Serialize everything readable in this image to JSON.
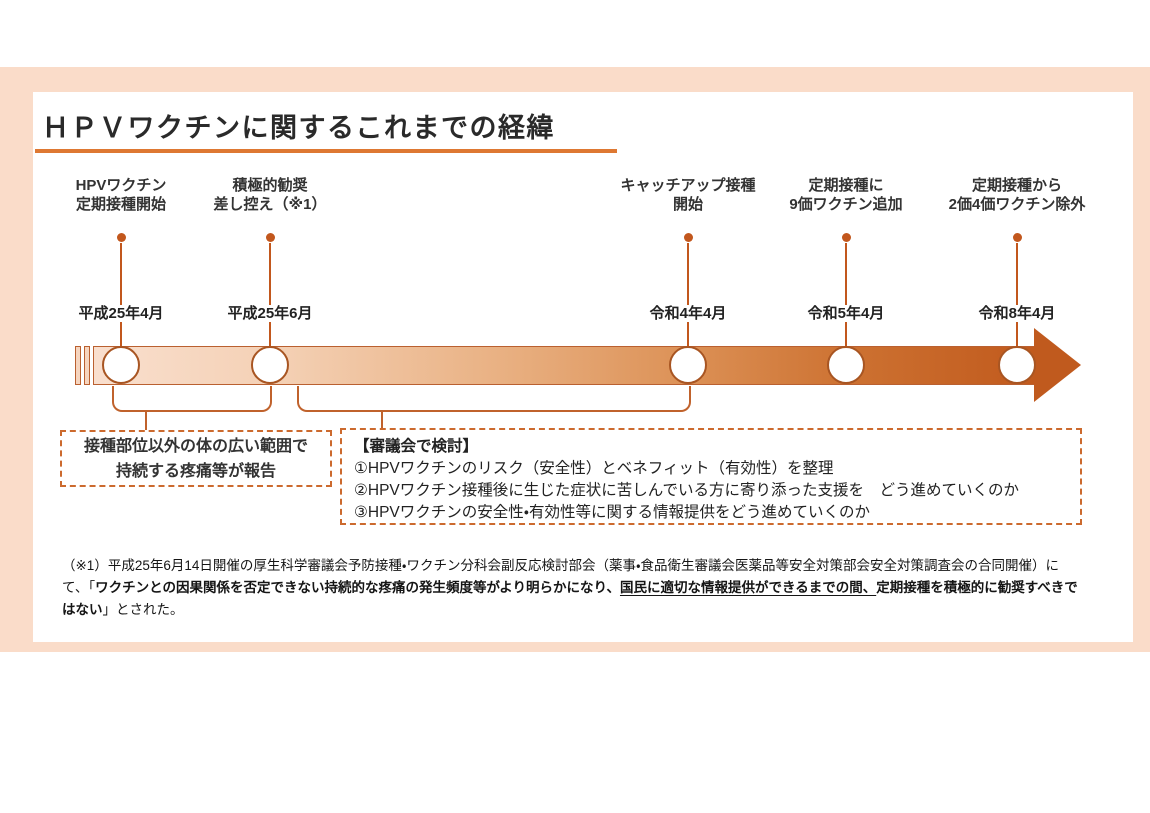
{
  "page": {
    "title": "ＨＰＶワクチンに関するこれまでの経緯"
  },
  "colors": {
    "frame_background": "#fadcc9",
    "accent_rule": "#de7832",
    "connector": "#c2571d",
    "bar_gradient_start": "#f9dfce",
    "bar_gradient_end": "#c15a1d",
    "dashed_border": "#cc6a2e"
  },
  "timeline": {
    "events": [
      {
        "label_line1": "HPVワクチン",
        "label_line2": "定期接種開始",
        "date": "平成25年4月"
      },
      {
        "label_line1": "積極的勧奨",
        "label_line2": "差し控え（※1）",
        "date": "平成25年6月"
      },
      {
        "label_line1": "キャッチアップ接種",
        "label_line2": "開始",
        "date": "令和4年4月"
      },
      {
        "label_line1": "定期接種に",
        "label_line2": "9価ワクチン追加",
        "date": "令和5年4月"
      },
      {
        "label_line1": "定期接種から",
        "label_line2": "2価4価ワクチン除外",
        "date": "令和8年4月"
      }
    ]
  },
  "callouts": {
    "pain_report": {
      "line1": "接種部位以外の体の広い範囲で",
      "line2": "持続する疼痛等が報告"
    },
    "council": {
      "heading": "【審議会で検討】",
      "item1": "①HPVワクチンのリスク（安全性）とベネフィット（有効性）を整理",
      "item2": "②HPVワクチン接種後に生じた症状に苦しんでいる方に寄り添った支援を　どう進めていくのか",
      "item3": "③HPVワクチンの安全性・有効性等に関する情報提供をどう進めていくのか"
    }
  },
  "footnote": {
    "part1": "（※1）平成25年6月14日開催の厚生科学審議会予防接種・ワクチン分科会副反応検討部会（薬事・食品衛生審議会医薬品等安全対策部会安全対策調査会の合同開催）にて、「",
    "part2_bold": "ワクチンとの因果関係を否定できない持続的な疼痛の発生頻度等がより明らかになり、",
    "part3_bold_underline": "国民に適切な情報提供ができるまでの間、",
    "part4_bold": "定期接種を積極的に勧奨すべきではない",
    "part5": "」とされた。"
  }
}
